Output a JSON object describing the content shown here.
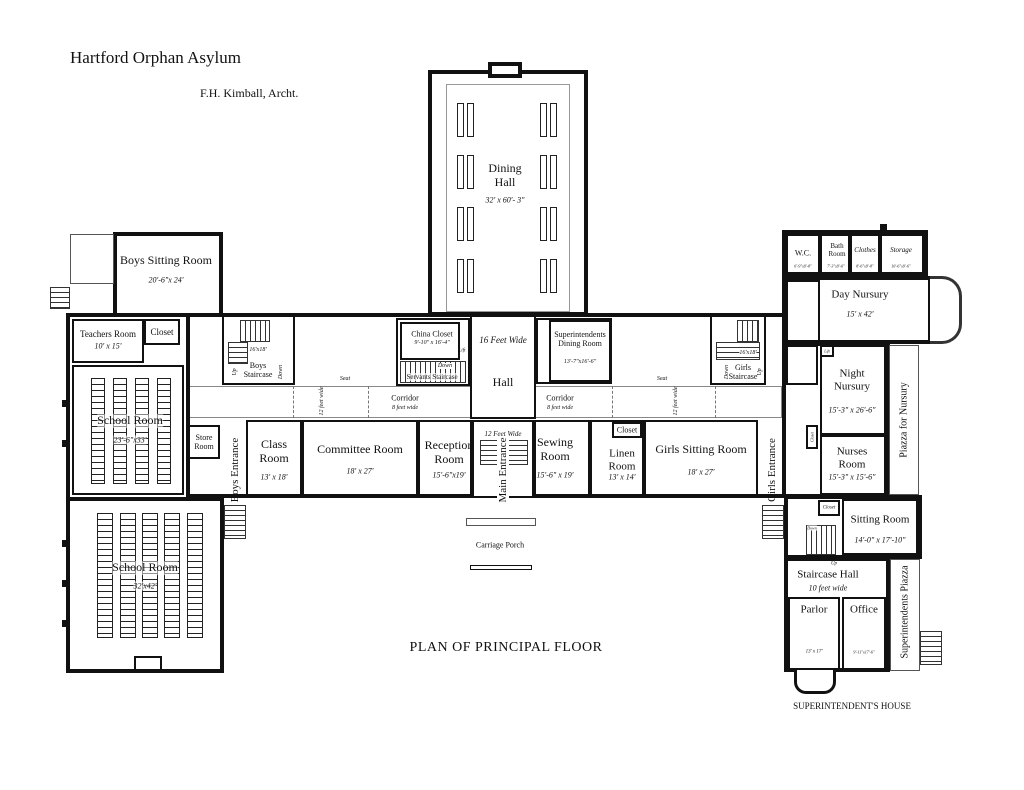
{
  "header": {
    "title": "Hartford Orphan Asylum",
    "architect": "F.H. Kimball, Archt."
  },
  "plan_title": "PLAN OF PRINCIPAL FLOOR",
  "superintendent_house_label": "SUPERINTENDENT'S HOUSE",
  "rooms": {
    "dining_hall": {
      "name1": "Dining",
      "name2": "Hall",
      "dim": "32' x 60'- 3\""
    },
    "boys_sitting": {
      "name": "Boys Sitting Room",
      "dim": "20'-6\"x 24'"
    },
    "teachers": {
      "name": "Teachers Room",
      "dim": "10' x 15'"
    },
    "closet_left": {
      "name": "Closet"
    },
    "school_upper": {
      "name": "School Room",
      "dim": "23'-6\"x33'"
    },
    "store": {
      "name1": "Store",
      "name2": "Room"
    },
    "school_lower": {
      "name": "School Room",
      "dim": "32'x42'"
    },
    "boys_staircase": {
      "name1": "Boys",
      "name2": "Staircase",
      "dim": "16'x18'",
      "up": "Up",
      "down": "Down"
    },
    "boys_entrance": {
      "name": "Boys Entrance"
    },
    "class": {
      "name1": "Class",
      "name2": "Room",
      "dim": "13' x 18'"
    },
    "committee": {
      "name": "Committee Room",
      "dim": "18' x 27'"
    },
    "reception": {
      "name1": "Reception",
      "name2": "Room",
      "dim": "15'-6\"x19'"
    },
    "china_closet": {
      "name": "China Closet",
      "dim": "9'-10\" x 16'-4\"",
      "lift": "Lift"
    },
    "servants_staircase": {
      "name": "Servants Staircase",
      "down": "Down"
    },
    "hall": {
      "width": "16 Feet Wide",
      "name": "Hall"
    },
    "main_entrance": {
      "width": "12 Feet Wide",
      "name": "Main Entrance"
    },
    "supt_dining": {
      "name1": "Superintendents",
      "name2": "Dining Room",
      "dim": "13'-7\"x16'-6\""
    },
    "corridor_left": {
      "name": "Corridor",
      "width": "8 feet wide"
    },
    "corridor_right": {
      "name": "Corridor",
      "width": "8 feet wide"
    },
    "wide_left": {
      "width": "12 feet wide",
      "seat": "Seat"
    },
    "wide_right": {
      "width": "12 feet wide",
      "seat": "Seat"
    },
    "sewing": {
      "name1": "Sewing",
      "name2": "Room",
      "dim": "15'-6\" x 19'"
    },
    "linen": {
      "name1": "Linen",
      "name2": "Room",
      "dim": "13' x 14'"
    },
    "closet_mid": {
      "name": "Closet"
    },
    "girls_sitting": {
      "name": "Girls Sitting Room",
      "dim": "18' x 27'"
    },
    "girls_staircase": {
      "name1": "Girls",
      "name2": "Staircase",
      "dim": "16'x18'",
      "up": "Up",
      "down": "Down"
    },
    "girls_entrance": {
      "name": "Girls Entrance"
    },
    "carriage_porch": {
      "name": "Carriage Porch"
    },
    "wc": {
      "name": "W.C.",
      "dim": "6'-9\"x9'-8\""
    },
    "bath": {
      "name1": "Bath",
      "name2": "Room",
      "dim": "7'-3\"x9'-6\""
    },
    "clothes": {
      "name": "Clothes",
      "dim": "8'-6\"x9'-8\""
    },
    "storage": {
      "name": "Storage",
      "dim": "10'-6\"x9'-6\""
    },
    "day_nursury": {
      "name": "Day Nursury",
      "dim": "15' x 42'"
    },
    "night_nursury": {
      "name1": "Night",
      "name2": "Nursury",
      "dim": "15'-3\" x 26'-6\"",
      "lift": "Lift"
    },
    "nurses": {
      "name1": "Nurses",
      "name2": "Room",
      "dim": "15'-3\" x 15'-6\"",
      "closet": "Closet"
    },
    "piazza_nursury": {
      "name": "Piazza for Nursury"
    },
    "sitting": {
      "name": "Sitting Room",
      "dim": "14'-0\" x 17'-10\"",
      "closet": "Closet"
    },
    "staircase_hall": {
      "name": "Staircase Hall",
      "dim": "10 feet wide",
      "up": "Up",
      "down": "Down"
    },
    "parlor": {
      "name": "Parlor",
      "dim": "13' x 17'"
    },
    "office": {
      "name": "Office",
      "dim": "9'-11\"x17'-6\""
    },
    "supt_piazza": {
      "name": "Superintendents Piazza"
    }
  }
}
